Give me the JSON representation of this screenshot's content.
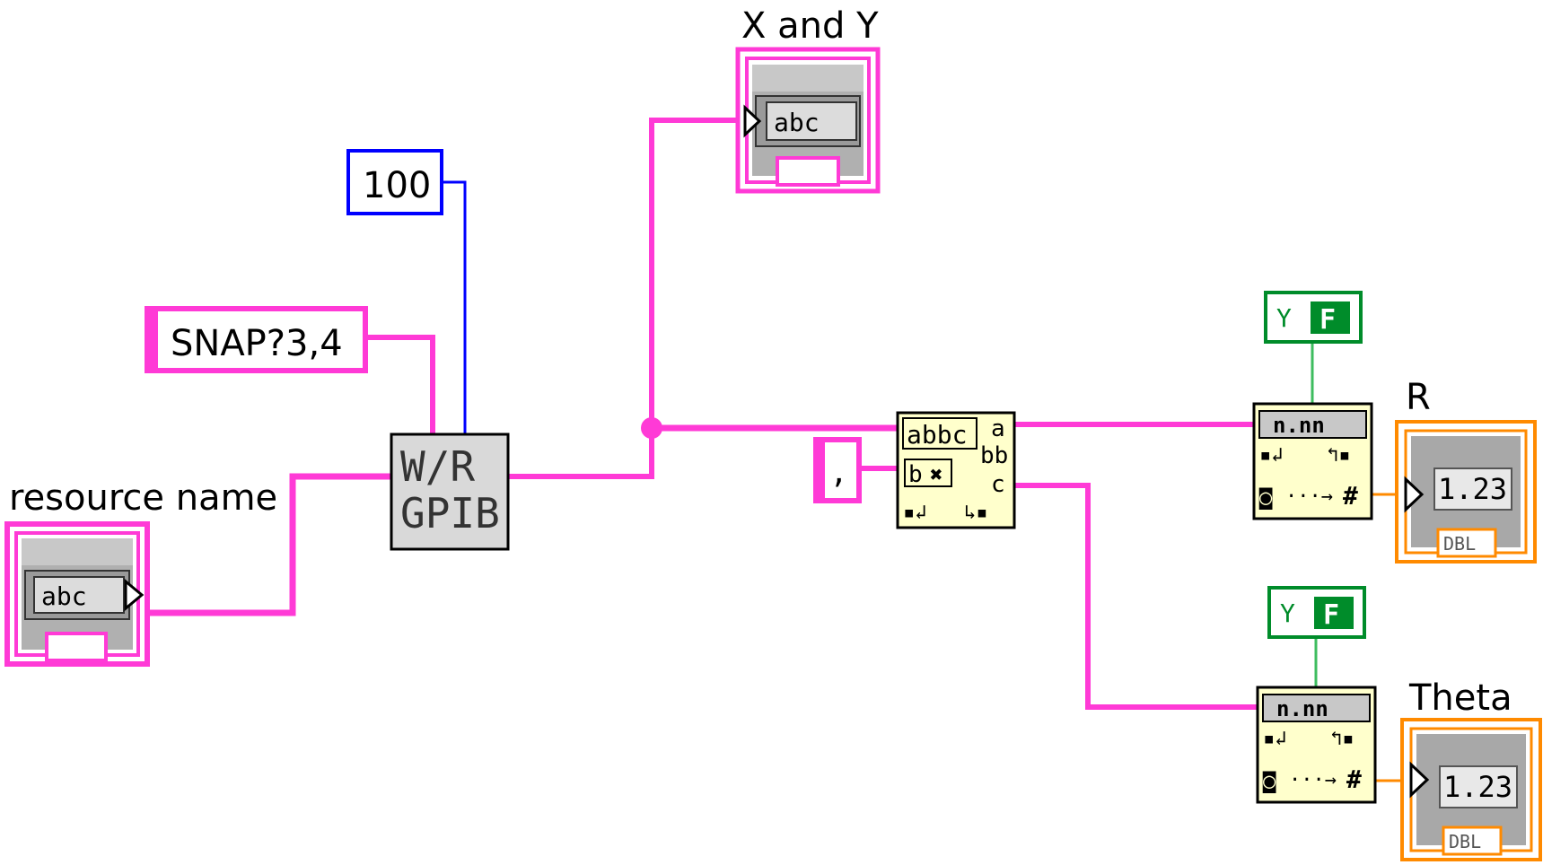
{
  "labels": {
    "resource_name": "resource name",
    "x_and_y": "X and Y",
    "r": "R",
    "theta": "Theta"
  },
  "constants": {
    "timeout": "100",
    "command": "SNAP?3,4",
    "delimiter": ","
  },
  "nodes": {
    "gpib_line1": "W/R",
    "gpib_line2": "GPIB",
    "indicator_glyph": "abc",
    "numeric_glyph": "1.23",
    "numeric_repr": "DBL",
    "scan_glyph_top": "abbc",
    "scan_glyph_mid": "b",
    "scan_out_a": "a",
    "scan_out_bb": "bb",
    "scan_out_c": "c",
    "fmt_glyph": "n.nn",
    "fmt_hash": "#",
    "bool_false": "F"
  },
  "colors": {
    "string_wire": "#ff3ad6",
    "numeric_wire_blue": "#0000ff",
    "numeric_wire_orange": "#ff8a00",
    "boolean_wire": "#008c2a",
    "node_fill": "#ffffcc"
  }
}
